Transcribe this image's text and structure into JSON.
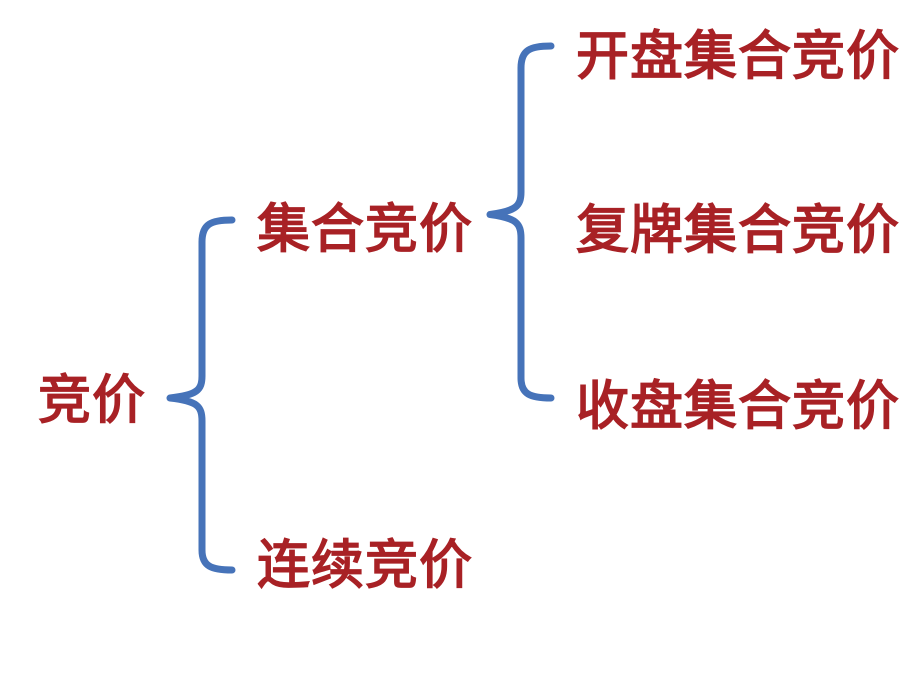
{
  "colors": {
    "text": "#A82125",
    "brace": "#4673B9",
    "background": "#FFFFFF"
  },
  "tree": {
    "root": {
      "label": "竞价",
      "children": [
        {
          "label": "集合竞价",
          "children": [
            {
              "label": "开盘集合竞价"
            },
            {
              "label": "复牌集合竞价"
            },
            {
              "label": "收盘集合竞价"
            }
          ]
        },
        {
          "label": "连续竞价",
          "children": []
        }
      ]
    }
  }
}
